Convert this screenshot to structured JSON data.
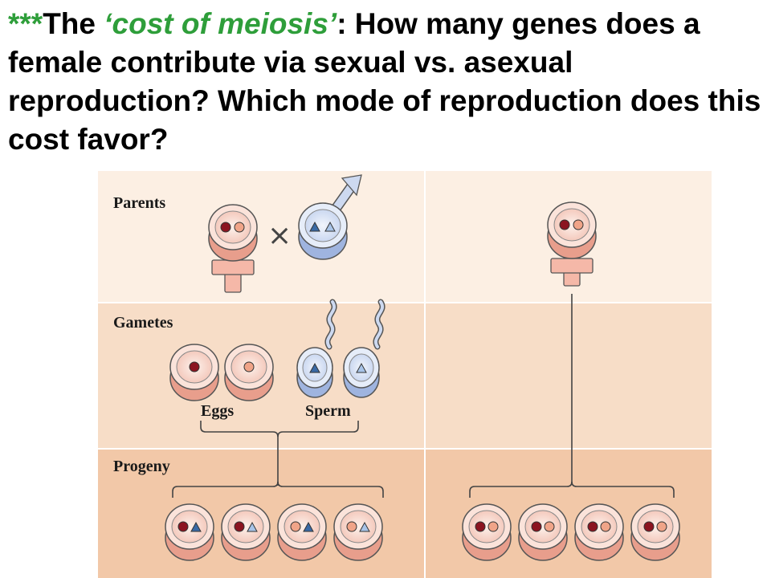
{
  "title": {
    "stars": "***",
    "pre": "The ",
    "emph": "‘cost of meiosis’",
    "post": ": How many genes does a female contribute via sexual vs. asexual reproduction? Which mode of reproduction does this cost favor?"
  },
  "figure": {
    "row_labels": {
      "parents": "Parents",
      "gametes": "Gametes",
      "progeny": "Progeny"
    },
    "gamete_labels": {
      "eggs": "Eggs",
      "sperm": "Sperm"
    },
    "cross_symbol": "×",
    "colors": {
      "row_parents": "#fcefe3",
      "row_gametes": "#f7ddc7",
      "row_progeny": "#f2c8a8",
      "female_body": "#f5b8a8",
      "male_body": "#cdd9f0",
      "dot_dark": "#8b1420",
      "dot_light": "#f0a488",
      "tri_dark": "#3a6aa5",
      "tri_light": "#a8c4e8"
    }
  }
}
